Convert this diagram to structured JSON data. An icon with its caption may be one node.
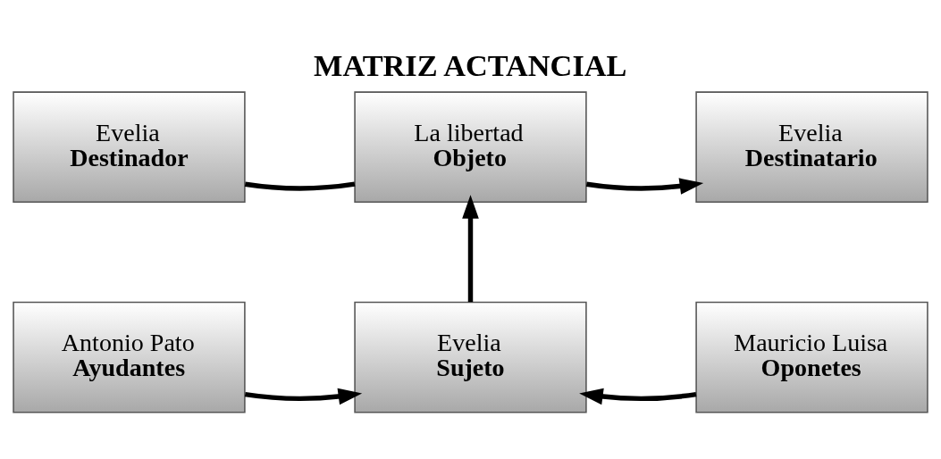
{
  "diagram": {
    "title": "MATRIZ ACTANCIAL",
    "nodes": [
      {
        "text": [
          "Evelia",
          "Destinador"
        ]
      },
      {
        "text": [
          "La libertad",
          "Objeto"
        ]
      },
      {
        "text": [
          "Evelia",
          "Destinatario"
        ]
      },
      {
        "text": [
          "Antonio Pato",
          "Ayudantes"
        ]
      },
      {
        "text": [
          "Evelia",
          "Sujeto"
        ]
      },
      {
        "text": [
          "Mauricio Luisa",
          "Oponetes"
        ]
      }
    ],
    "edges": [
      {
        "from": 0,
        "to": 1,
        "arrow": "none"
      },
      {
        "from": 1,
        "to": 2,
        "arrow": "to"
      },
      {
        "from": 4,
        "to": 1,
        "arrow": "to"
      },
      {
        "from": 3,
        "to": 4,
        "arrow": "to"
      },
      {
        "from": 5,
        "to": 4,
        "arrow": "to"
      }
    ]
  }
}
